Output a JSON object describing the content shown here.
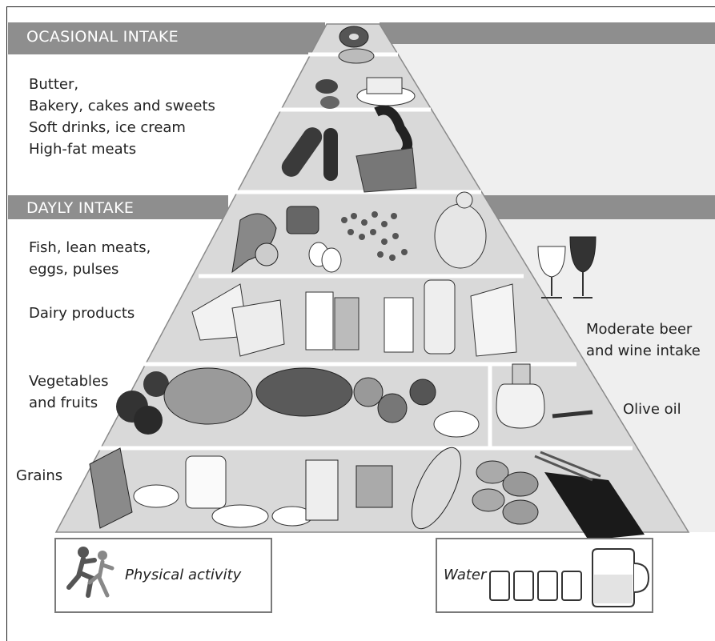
{
  "sections": {
    "occasional_header": "OCASIONAL INTAKE",
    "daily_header": "DAYLY INTAKE"
  },
  "labels": {
    "occasional_items": "Butter,\nBakery, cakes and sweets\nSoft drinks, ice cream\nHigh-fat meats",
    "protein": "Fish, lean meats,\neggs, pulses",
    "dairy": "Dairy products",
    "veg": "Vegetables\nand fruits",
    "grains": "Grains",
    "beer_wine": "Moderate beer\nand wine intake",
    "olive_oil": "Olive oil"
  },
  "bottom": {
    "activity": "Physical activity",
    "water": "Water"
  },
  "icons": {
    "donuts": "donut-icon",
    "butter": "butter-icon",
    "candy": "candy-icon",
    "sausage": "sausage-icon",
    "fish": "fish-icon",
    "eggs": "eggs-icon",
    "beans": "beans-icon",
    "chicken": "chicken-icon",
    "cheese": "cheese-icon",
    "milk": "milk-icon",
    "vegetables": "vegetables-icon",
    "fruits": "fruits-icon",
    "oil": "olive-oil-icon",
    "cereal": "cereal-box-icon",
    "bread": "bread-icon",
    "potato": "potato-icon",
    "pasta": "pasta-icon",
    "wine": "wine-glass-icon",
    "runner": "runner-icon",
    "water": "water-glass-icon"
  },
  "colors": {
    "header_bar": "#8e8e8e",
    "pyramid_light": "#d9d9d9",
    "pyramid_mid": "#c9c9c9",
    "side_panel": "#efefef"
  }
}
